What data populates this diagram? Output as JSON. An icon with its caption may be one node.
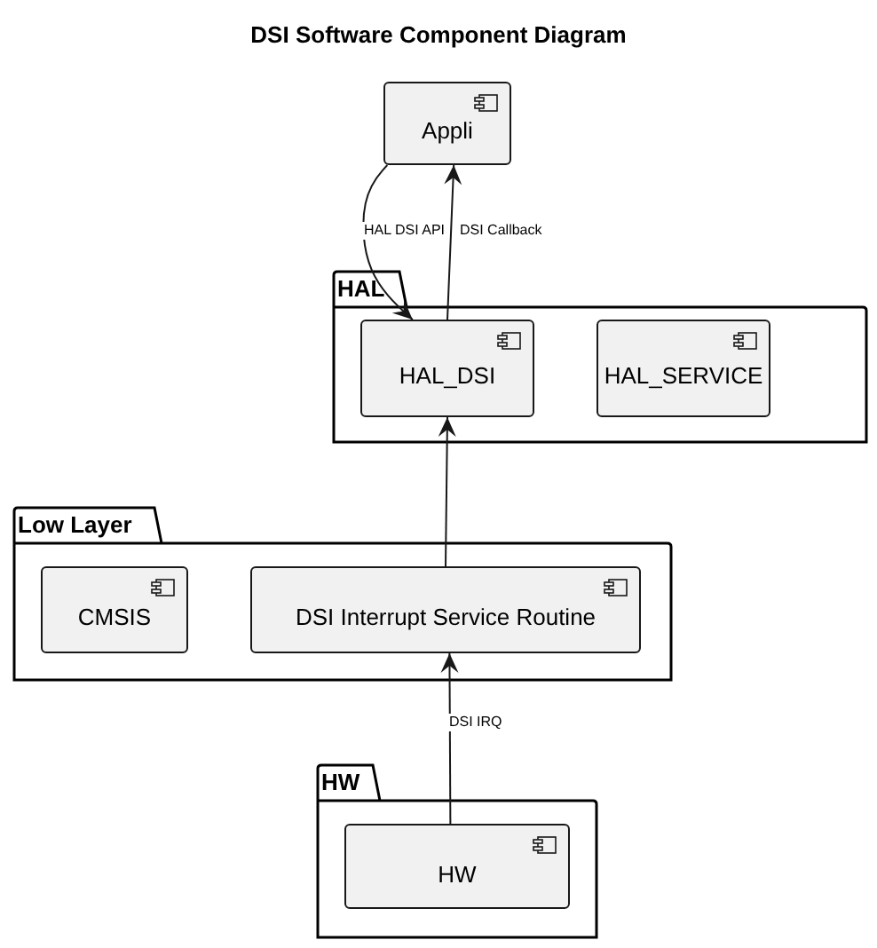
{
  "diagram": {
    "title": "DSI Software Component Diagram",
    "nodes": [
      {
        "text": [
          "Appli"
        ]
      },
      {
        "text": [
          "HAL"
        ]
      },
      {
        "text": [
          "HAL_DSI"
        ],
        "in": 1
      },
      {
        "text": [
          "HAL_SERVICE"
        ],
        "in": 1
      },
      {
        "text": [
          "Low Layer"
        ]
      },
      {
        "text": [
          "CMSIS"
        ],
        "in": 4
      },
      {
        "text": [
          "DSI Interrupt Service Routine"
        ],
        "in": 4
      },
      {
        "text": [
          "HW"
        ]
      },
      {
        "text": [
          "HW"
        ],
        "in": 7
      }
    ],
    "edges": [
      {
        "from": 0,
        "to": 2,
        "arrow": "to",
        "label": "HAL DSI API"
      },
      {
        "from": 2,
        "to": 0,
        "arrow": "to",
        "label": "DSI Callback"
      },
      {
        "from": 6,
        "to": 2,
        "arrow": "to"
      },
      {
        "from": 8,
        "to": 6,
        "arrow": "to",
        "label": "DSI IRQ"
      }
    ]
  }
}
